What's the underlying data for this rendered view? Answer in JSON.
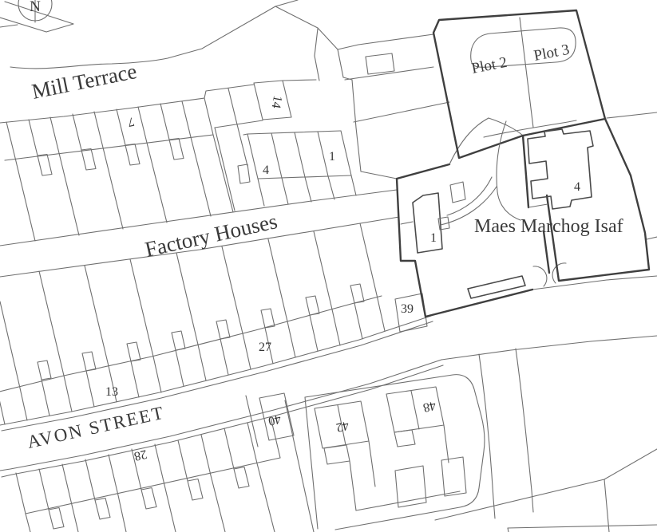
{
  "map": {
    "compass": {
      "label": "N"
    },
    "streets": {
      "mill_terrace": "Mill Terrace",
      "factory_houses": "Factory Houses",
      "avon_street": "AVON STREET"
    },
    "places": {
      "maes_marchog_isaf": "Maes Marchog Isaf"
    },
    "plots": {
      "plot_2": "Plot 2",
      "plot_3": "Plot 3"
    },
    "house_numbers": {
      "mill_terrace_7": "7",
      "mill_terrace_14": "14",
      "terrace_4": "4",
      "terrace_1": "1",
      "site_house_1": "1",
      "site_house_4": "4",
      "avon_39": "39",
      "avon_27": "27",
      "avon_13": "13",
      "avon_28": "28",
      "avon_40": "40",
      "avon_42": "42",
      "avon_48": "48"
    },
    "colors": {
      "background": "#ffffff",
      "thin_line": "#6f6f6f",
      "boundary_line": "#3f3f3f",
      "label_text": "#3a3a3a"
    }
  }
}
